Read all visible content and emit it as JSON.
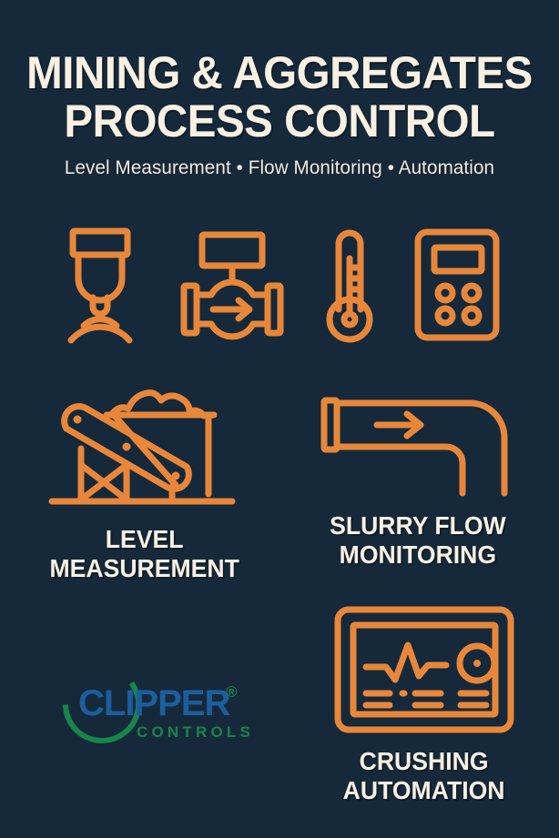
{
  "theme": {
    "background": "#16293a",
    "accent_orange": "#e8873a",
    "text_cream": "#f8f1e3",
    "logo_blue": "#1b5e9e",
    "logo_green": "#17854c"
  },
  "header": {
    "title_line1": "MINING & AGGREGATES",
    "title_line2": "PROCESS CONTROL",
    "subtitle": "Level Measurement • Flow Monitoring • Automation"
  },
  "icon_strip": [
    {
      "name": "radar-level-sensor-icon"
    },
    {
      "name": "flow-meter-valve-icon"
    },
    {
      "name": "thermometer-icon"
    },
    {
      "name": "controller-keypad-icon"
    }
  ],
  "features": [
    {
      "icon": "conveyor-belt-icon",
      "label_line1": "LEVEL",
      "label_line2": "MEASUREMENT"
    },
    {
      "icon": "slurry-pipe-elbow-icon",
      "label_line1": "SLURRY FLOW",
      "label_line2": "MONITORING"
    },
    {
      "icon": "hmi-panel-icon",
      "label_line1": "CRUSHING",
      "label_line2": "AUTOMATION"
    }
  ],
  "logo": {
    "wordmark": "CLIPPER",
    "registered_mark": "®",
    "tagline": "CONTROLS"
  }
}
